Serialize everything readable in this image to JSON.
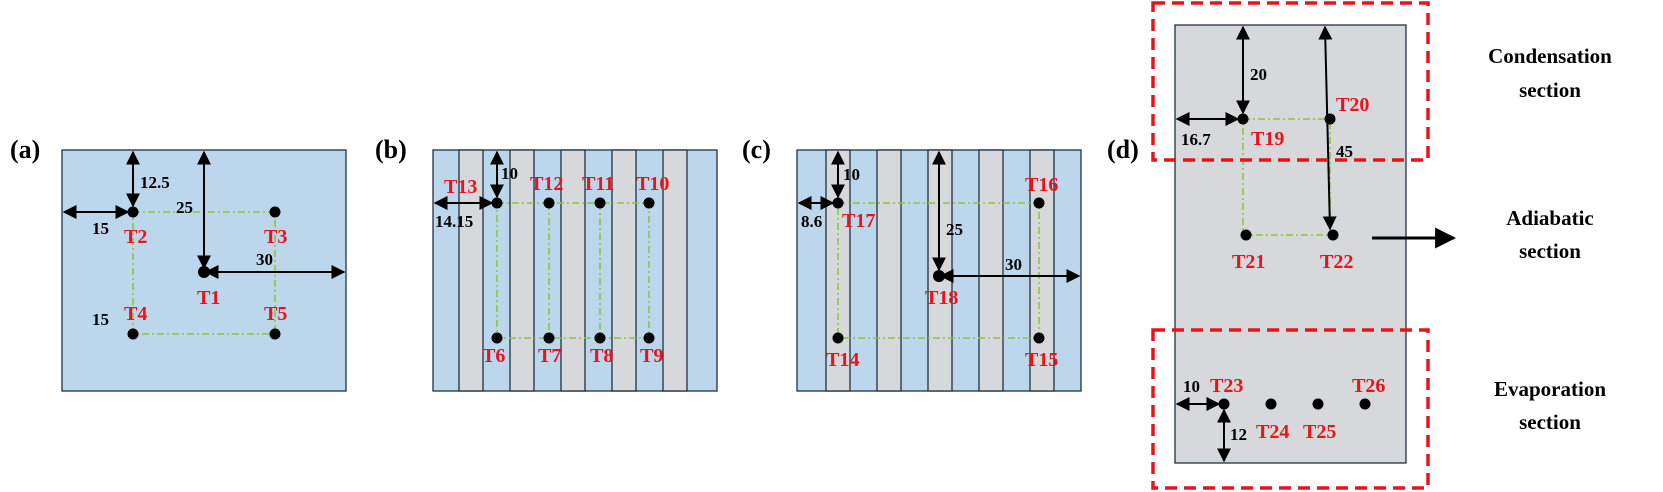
{
  "panels": {
    "a": {
      "label": "(a)",
      "dims": [
        "12.5",
        "25",
        "15",
        "30",
        "15"
      ],
      "sensors": [
        "T1",
        "T2",
        "T3",
        "T4",
        "T5"
      ]
    },
    "b": {
      "label": "(b)",
      "dims": [
        "10",
        "14.15"
      ],
      "sensors": [
        "T13",
        "T12",
        "T11",
        "T10",
        "T6",
        "T7",
        "T8",
        "T9"
      ]
    },
    "c": {
      "label": "(c)",
      "dims": [
        "10",
        "8.6",
        "25",
        "30"
      ],
      "sensors": [
        "T16",
        "T17",
        "T18",
        "T14",
        "T15"
      ]
    },
    "d": {
      "label": "(d)",
      "dims": [
        "20",
        "16.7",
        "45",
        "10",
        "12"
      ],
      "sensors": [
        "T19",
        "T20",
        "T21",
        "T22",
        "T23",
        "T24",
        "T25",
        "T26"
      ],
      "sections": {
        "condensation": [
          "Condensation",
          "section"
        ],
        "adiabatic": [
          "Adiabatic",
          "section"
        ],
        "evaporation": [
          "Evaporation",
          "section"
        ]
      }
    }
  },
  "colors": {
    "plate_blue": "#bcd7ec",
    "fin_gray": "#d6d8db",
    "sensor_label_red": "#e8141c",
    "guide_green": "#8cc63f",
    "section_box_red": "#e8141c"
  }
}
